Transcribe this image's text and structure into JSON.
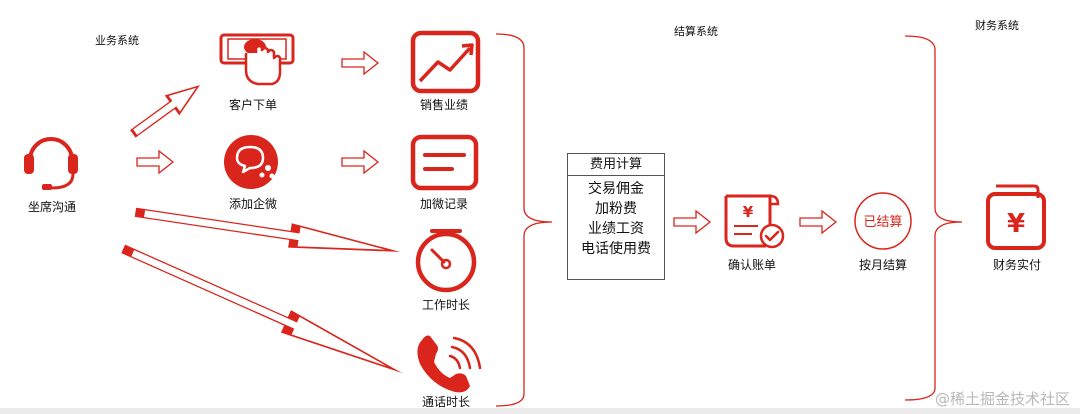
{
  "systems": {
    "business": "业务系统",
    "settlement": "结算系统",
    "finance": "财务系统"
  },
  "nodes": {
    "agent": "坐席沟通",
    "order": "客户下单",
    "wecom": "添加企微",
    "sales": "销售业绩",
    "wecom_record": "加微记录",
    "work_time": "工作时长",
    "call_time": "通话时长",
    "confirm_bill": "确认账单",
    "monthly_settle": "按月结算",
    "finance_pay": "财务实付"
  },
  "fee_box": {
    "title": "费用计算",
    "items": [
      "交易佣金",
      "加粉费",
      "业绩工资",
      "电话使用费"
    ]
  },
  "settled_badge": "已结算",
  "yen_symbol": "¥",
  "watermark": "@稀土掘金技术社区",
  "colors": {
    "accent": "#d9251c",
    "text": "#111111",
    "watermark": "#b8b8b8"
  }
}
